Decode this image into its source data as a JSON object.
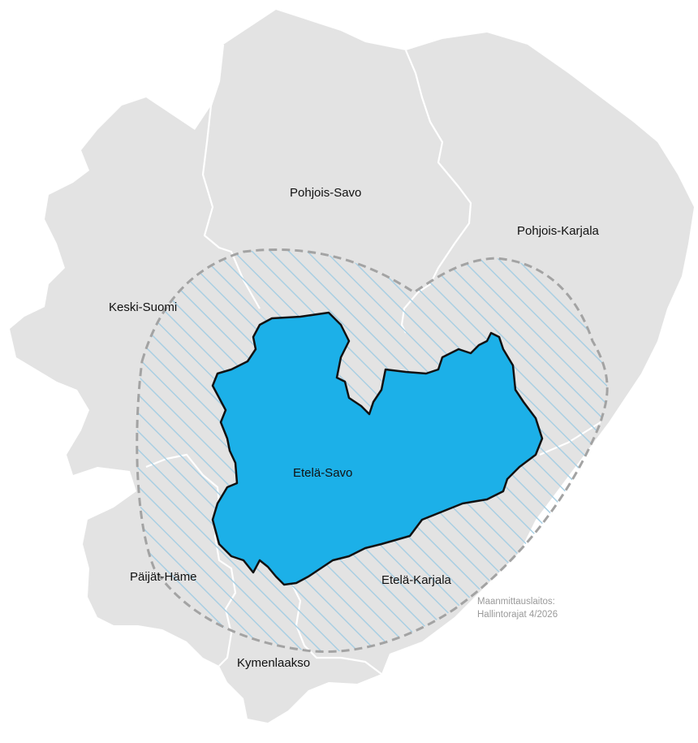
{
  "map": {
    "regions": {
      "pohjois_savo": "Pohjois-Savo",
      "pohjois_karjala": "Pohjois-Karjala",
      "keski_suomi": "Keski-Suomi",
      "etela_savo": "Etelä-Savo",
      "paijat_hame": "Päijät-Häme",
      "etela_karjala": "Etelä-Karjala",
      "kymenlaakso": "Kymenlaakso"
    },
    "attribution": {
      "line1": "Maanmittauslaitos:",
      "line2": "Hallintorajat 4/2026"
    },
    "colors": {
      "neighbor_fill": "#e3e3e3",
      "region_border": "#ffffff",
      "highlight_fill": "#1cb0e8",
      "highlight_border": "#111111",
      "buffer_hatch": "#a9cfe3",
      "buffer_border": "#a3a3a3"
    }
  }
}
